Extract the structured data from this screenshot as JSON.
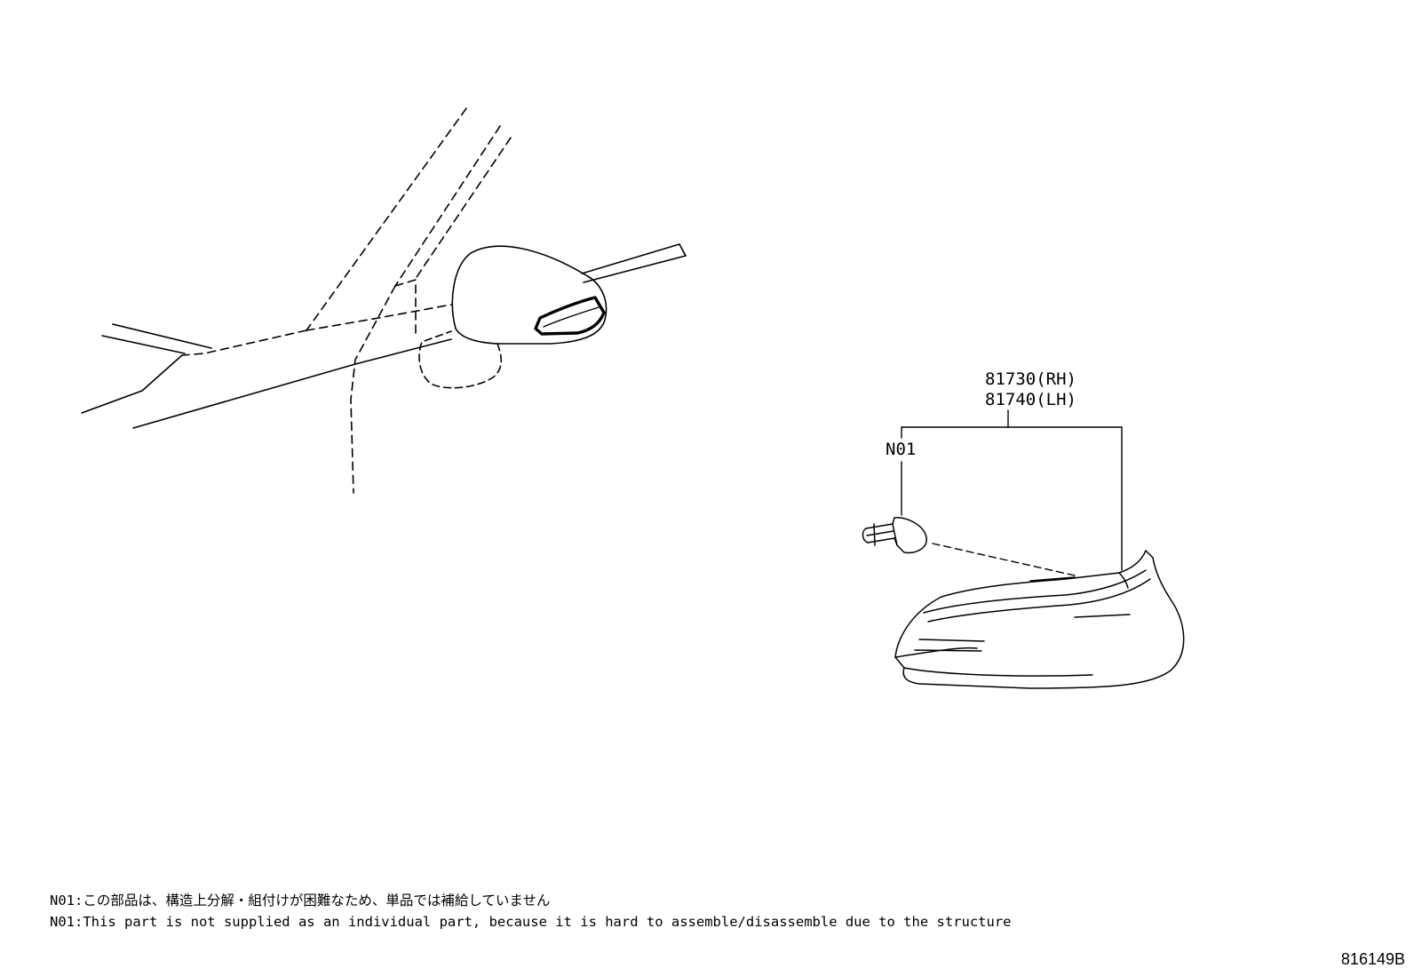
{
  "callouts": {
    "part_rh": "81730(RH)",
    "part_lh": "81740(LH)",
    "bulb_ref": "N01"
  },
  "notes": {
    "note_jp": "N01:この部品は、構造上分解・組付けが困難なため、単品では補給していません",
    "note_en": "N01:This part is not supplied as an individual part, because it is hard to assemble/disassemble due to the structure"
  },
  "illustration_code": "816149B",
  "colors": {
    "line": "#000000",
    "background": "#ffffff"
  }
}
